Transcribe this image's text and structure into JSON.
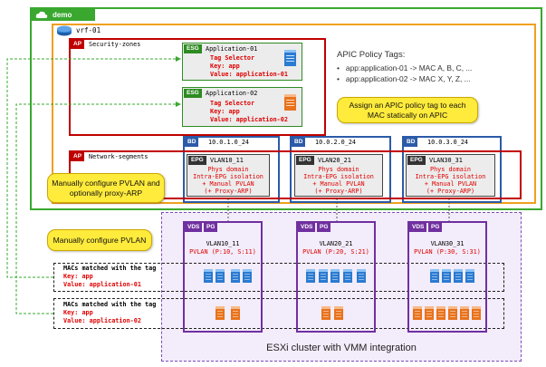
{
  "tenant": {
    "name": "demo"
  },
  "vrf": {
    "name": "vrf-01"
  },
  "ap_security": {
    "tag": "AP",
    "name": "Security-zones"
  },
  "ap_network": {
    "tag": "AP",
    "name": "Network-segments"
  },
  "esgs": [
    {
      "tag": "ESG",
      "name": "Application-01",
      "line1": "Tag Selector",
      "line2": "Key: app",
      "line3": "Value: application-01"
    },
    {
      "tag": "ESG",
      "name": "Application-02",
      "line1": "Tag Selector",
      "line2": "Key: app",
      "line3": "Value: application-02"
    }
  ],
  "policy_tags": {
    "title": "APIC Policy Tags:",
    "items": [
      "app:application-01 -> MAC A, B, C, ...",
      "app:application-02 -> MAC X, Y, Z, ..."
    ]
  },
  "notes": {
    "assign": "Assign an APIC policy tag to each MAC statically on APIC",
    "pvlan_proxy": "Manually configure PVLAN and optionally proxy-ARP",
    "pvlan": "Manually configure PVLAN"
  },
  "bds": [
    {
      "tag": "BD",
      "subnet": "10.0.1.0_24",
      "epg_tag": "EPG",
      "epg_name": "VLAN10_11",
      "l1": "Phys domain",
      "l2": "Intra-EPG isolation",
      "l3": "+ Manual PVLAN",
      "l4": "(+ Proxy-ARP)"
    },
    {
      "tag": "BD",
      "subnet": "10.0.2.0_24",
      "epg_tag": "EPG",
      "epg_name": "VLAN20_21",
      "l1": "Phys domain",
      "l2": "Intra-EPG isolation",
      "l3": "+ Manual PVLAN",
      "l4": "(+ Proxy-ARP)"
    },
    {
      "tag": "BD",
      "subnet": "10.0.3.0_24",
      "epg_tag": "EPG",
      "epg_name": "VLAN30_31",
      "l1": "Phys domain",
      "l2": "Intra-EPG isolation",
      "l3": "+ Manual PVLAN",
      "l4": "(+ Proxy-ARP)"
    }
  ],
  "pgs": [
    {
      "tag1": "VDS",
      "tag2": "PG",
      "name": "VLAN10_11",
      "pvlan": "PVLAN (P:10, S:11)"
    },
    {
      "tag1": "VDS",
      "tag2": "PG",
      "name": "VLAN20_21",
      "pvlan": "PVLAN (P:20, S:21)"
    },
    {
      "tag1": "VDS",
      "tag2": "PG",
      "name": "VLAN30_31",
      "pvlan": "PVLAN (P:30, S:31)"
    }
  ],
  "macs": [
    {
      "title": "MACs matched with the tag",
      "key": "Key: app",
      "value": "Value: application-01"
    },
    {
      "title": "MACs matched with the tag",
      "key": "Key: app",
      "value": "Value: application-02"
    }
  ],
  "esxi": {
    "label": "ESXi cluster with VMM integration"
  },
  "colors": {
    "tenant": "#3aa82f",
    "vrf": "#f0a020",
    "ap": "#c00000",
    "bd": "#2b5aa8",
    "vds": "#7030a0",
    "vm_blue": "#2a7bd2",
    "vm_orange": "#e8731c",
    "note": "#ffeb3b"
  }
}
